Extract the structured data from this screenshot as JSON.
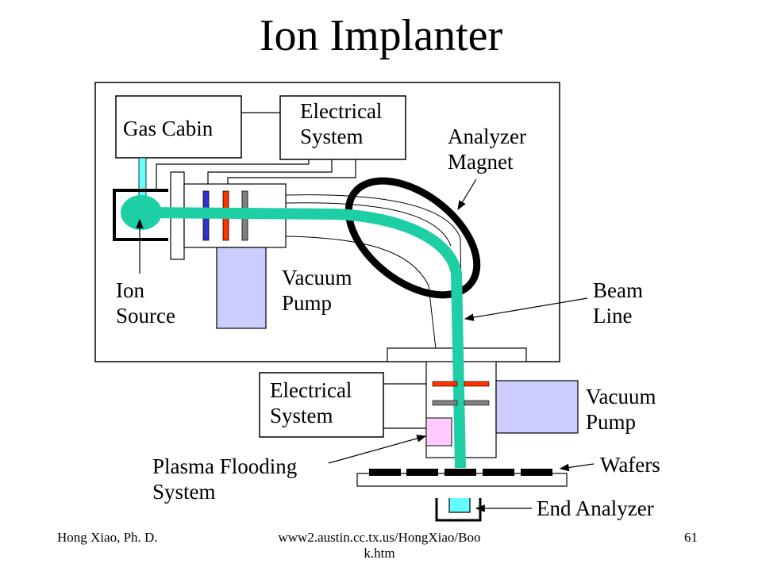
{
  "title": "Ion Implanter",
  "labels": {
    "gas_cabin": "Gas Cabin",
    "electrical_system_top": [
      "Electrical",
      "System"
    ],
    "analyzer_magnet": [
      "Analyzer",
      "Magnet"
    ],
    "ion_source": [
      "Ion",
      "Source"
    ],
    "vacuum_pump_left": [
      "Vacuum",
      "Pump"
    ],
    "beam_line": [
      "Beam",
      "Line"
    ],
    "electrical_system_bottom": [
      "Electrical",
      "System"
    ],
    "vacuum_pump_right": [
      "Vacuum",
      "Pump"
    ],
    "plasma_flooding": [
      "Plasma Flooding",
      "System"
    ],
    "wafers": "Wafers",
    "end_analyzer": "End Analyzer"
  },
  "footer": {
    "author": "Hong Xiao, Ph. D.",
    "url": [
      "www2.austin.cc.tx.us/HongXiao/Boo",
      "k.htm"
    ],
    "page": "61"
  },
  "colors": {
    "beam": "#1ecfa5",
    "pump_fill": "#ccccff",
    "plasma_fill": "#ffccff",
    "electrode_blue": "#3333cc",
    "electrode_red": "#ff3300",
    "electrode_gray": "#808080",
    "gas_line": "#66ffff"
  }
}
